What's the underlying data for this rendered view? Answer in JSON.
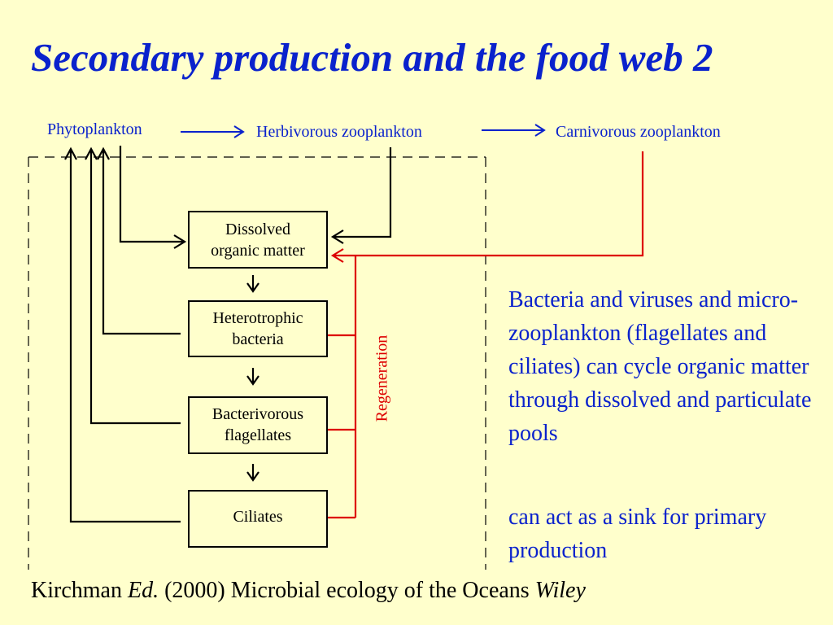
{
  "title": "Secondary production and the food web 2",
  "top": {
    "phyto": "Phytoplankton",
    "herb": "Herbivorous zooplankton",
    "carn": "Carnivorous zooplankton"
  },
  "boxes": {
    "dom": [
      "Dissolved",
      "organic matter"
    ],
    "bact": [
      "Heterotrophic",
      "bacteria"
    ],
    "flag": [
      "Bacterivorous",
      "flagellates"
    ],
    "cil": [
      "Ciliates"
    ]
  },
  "regeneration": "Regeneration",
  "side": {
    "para1": "Bacteria and viruses and micro-zooplankton (flagellates and ciliates) can cycle organic matter through dissolved and particulate pools",
    "para2": "can act as a sink for primary production"
  },
  "citation": {
    "author": "Kirchman",
    "ed": "Ed.",
    "rest": "(2000) Microbial ecology of the Oceans",
    "publisher": "Wiley"
  },
  "colors": {
    "background": "#ffffcc",
    "blue": "#0a22cc",
    "red": "#dd0000",
    "black": "#000000"
  }
}
